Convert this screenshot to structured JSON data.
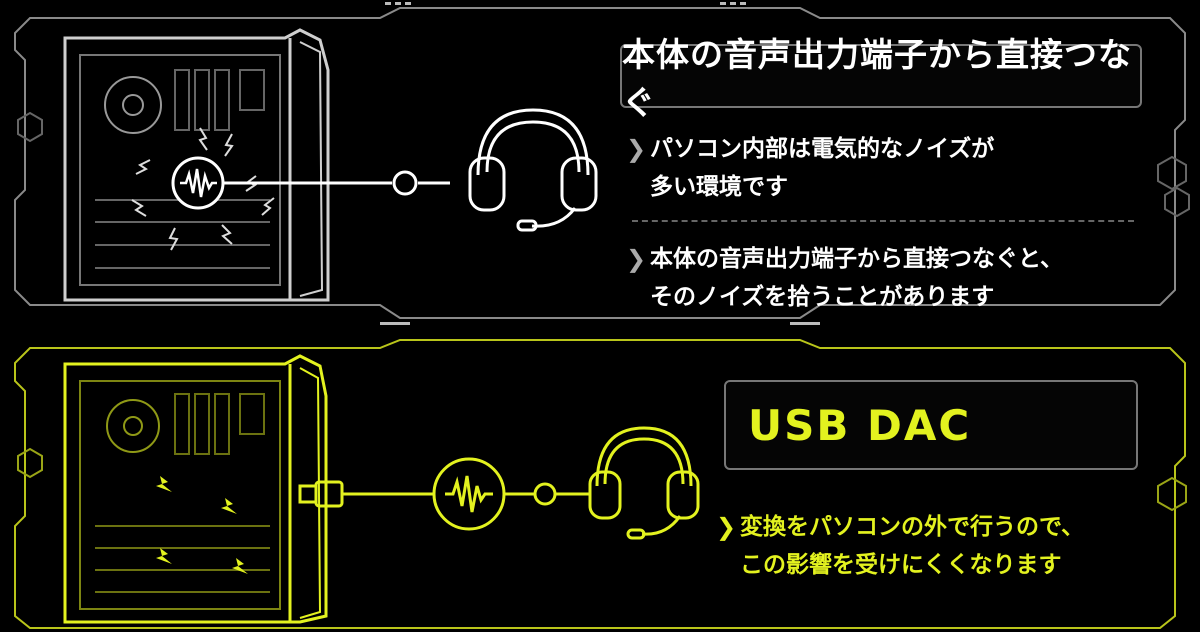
{
  "colors": {
    "accent": "#e3f21f",
    "white": "#ffffff",
    "gray": "#8a8a8a"
  },
  "top_panel": {
    "title": "本体の音声出力端子から直接つなぐ",
    "bullets": [
      "パソコン内部は電気的なノイズが\n多い環境です",
      "本体の音声出力端子から直接つなぐと、\nそのノイズを拾うことがあります"
    ],
    "icons": [
      "pc-case-icon",
      "waveform-icon",
      "noise-bolt-icon",
      "connector-dot-icon",
      "headset-icon"
    ]
  },
  "bottom_panel": {
    "title": "USB DAC",
    "bullets": [
      "変換をパソコンの外で行うので、\nこの影響を受けにくくなります"
    ],
    "icons": [
      "pc-case-icon",
      "usb-plug-icon",
      "waveform-icon",
      "connector-dot-icon",
      "headset-icon"
    ]
  }
}
